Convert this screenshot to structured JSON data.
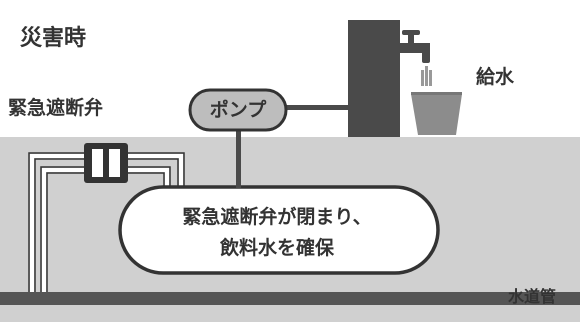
{
  "title": "災害時",
  "valve_label": "緊急遮断弁",
  "pump_label": "ポンプ",
  "water_supply_label": "給水",
  "tank_caption": {
    "line1": "緊急遮断弁が閉まり、",
    "line2": "飲料水を確保"
  },
  "main_pipe_label": "水道管",
  "colors": {
    "ground": "#d0d0d0",
    "outline": "#333333",
    "tower": "#4a4a4a",
    "cup": "#8c8c8c",
    "main_pipe": "#555555",
    "pump_fill": "#bdbdbd",
    "water_drops": "#999999"
  }
}
